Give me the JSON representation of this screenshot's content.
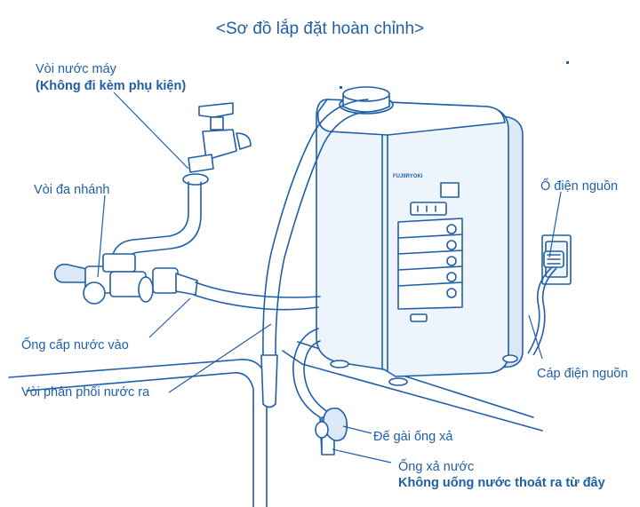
{
  "title": "<Sơ đồ lắp đặt hoàn chỉnh>",
  "labels": {
    "tap_line1": "Vòi nước máy",
    "tap_line2": "(Không đi kèm phụ kiện)",
    "diverter": "Vòi đa nhánh",
    "inlet_hose": "Ống cấp nước vào",
    "outlet_spout": "Vòi phân phối nước ra",
    "outlet_socket": "Ổ điện nguồn",
    "power_cable": "Cáp điện nguồn",
    "drain_clip": "Đế gài ống xả",
    "drain_hose_line1": "Ống xả nước",
    "drain_hose_line2": "Không uống nước thoát ra từ đây"
  },
  "device_brand": "FUJIIRYOKI",
  "colors": {
    "line": "#1f5fa8",
    "device_fill": "#eef4fb",
    "shade": "#dce8f5"
  },
  "icons": [
    "faucet-icon",
    "diverter-valve-icon",
    "power-socket-icon",
    "power-plug-icon"
  ]
}
